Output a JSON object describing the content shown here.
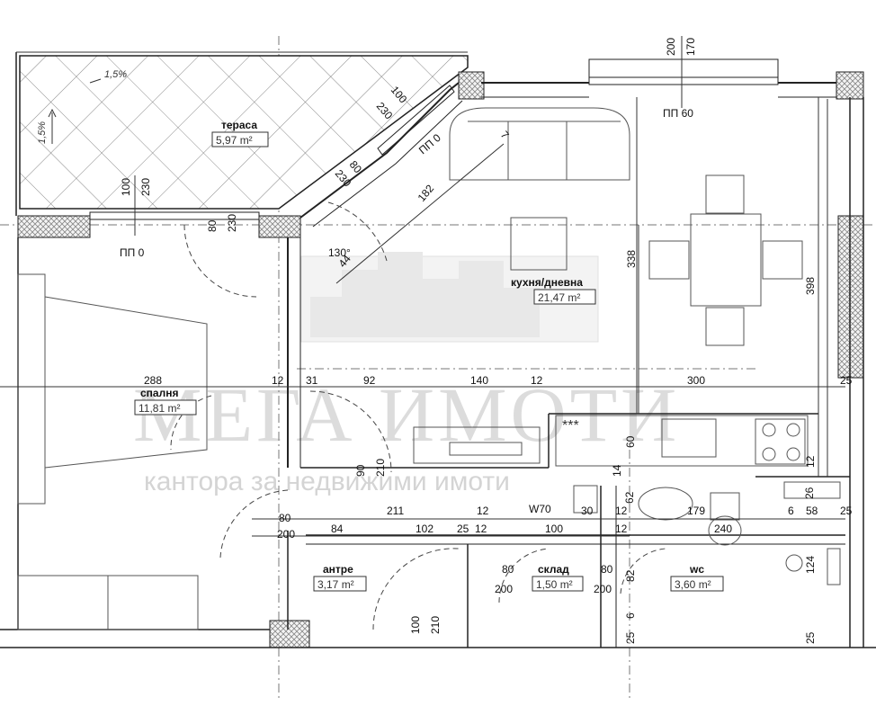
{
  "rooms": {
    "terrace": {
      "name": "тераса",
      "area": "5,97 m²"
    },
    "kitchen": {
      "name": "кухня/дневна",
      "area": "21,47 m²"
    },
    "bedroom": {
      "name": "спалня",
      "area": "11,81 m²"
    },
    "hall": {
      "name": "антре",
      "area": "3,17 m²"
    },
    "storage": {
      "name": "склад",
      "area": "1,50 m²"
    },
    "wc": {
      "name": "wc",
      "area": "3,60 m²"
    }
  },
  "labels": {
    "pp0_left": "ПП 0",
    "pp0_terrace": "ПП 0",
    "pp60": "ПП 60",
    "angle": "130°",
    "washer": "W70",
    "slope_a": "1,5%",
    "slope_b": "1,5%"
  },
  "dimensions": {
    "d200": "200",
    "d170": "170",
    "d100a": "100",
    "d230a": "230",
    "d230b": "230",
    "d80b": "80",
    "d7": "7",
    "d182": "182",
    "d44": "44",
    "d100c": "100",
    "d230c": "230",
    "d80d": "80",
    "d230d": "230",
    "d338": "338",
    "d398": "398",
    "d288": "288",
    "d12a": "12",
    "d31": "31",
    "d92": "92",
    "d140": "140",
    "d12b": "12",
    "d300": "300",
    "d25a": "25",
    "d60": "60",
    "d12c": "12",
    "d14": "14",
    "d90": "90",
    "d210a": "210",
    "d62": "62",
    "d26": "26",
    "d80e": "80",
    "d211": "211",
    "d12d": "12",
    "d30": "30",
    "d12e": "12",
    "d6a": "6",
    "d58": "58",
    "d25b": "25",
    "d200e": "200",
    "d84": "84",
    "d102": "102",
    "d25c": "25",
    "d12f": "12",
    "d100f": "100",
    "d12g": "12",
    "d179": "179",
    "d240": "240",
    "d80g": "80",
    "d200g": "200",
    "d80h": "80",
    "d200h": "200",
    "d82": "82",
    "d124": "124",
    "d6b": "6",
    "d100i": "100",
    "d210i": "210",
    "d25d": "25",
    "d25e": "25"
  },
  "watermark": {
    "brand": "МЕГА ИМОТИ",
    "tagline": "кантора за недвижими имоти"
  }
}
